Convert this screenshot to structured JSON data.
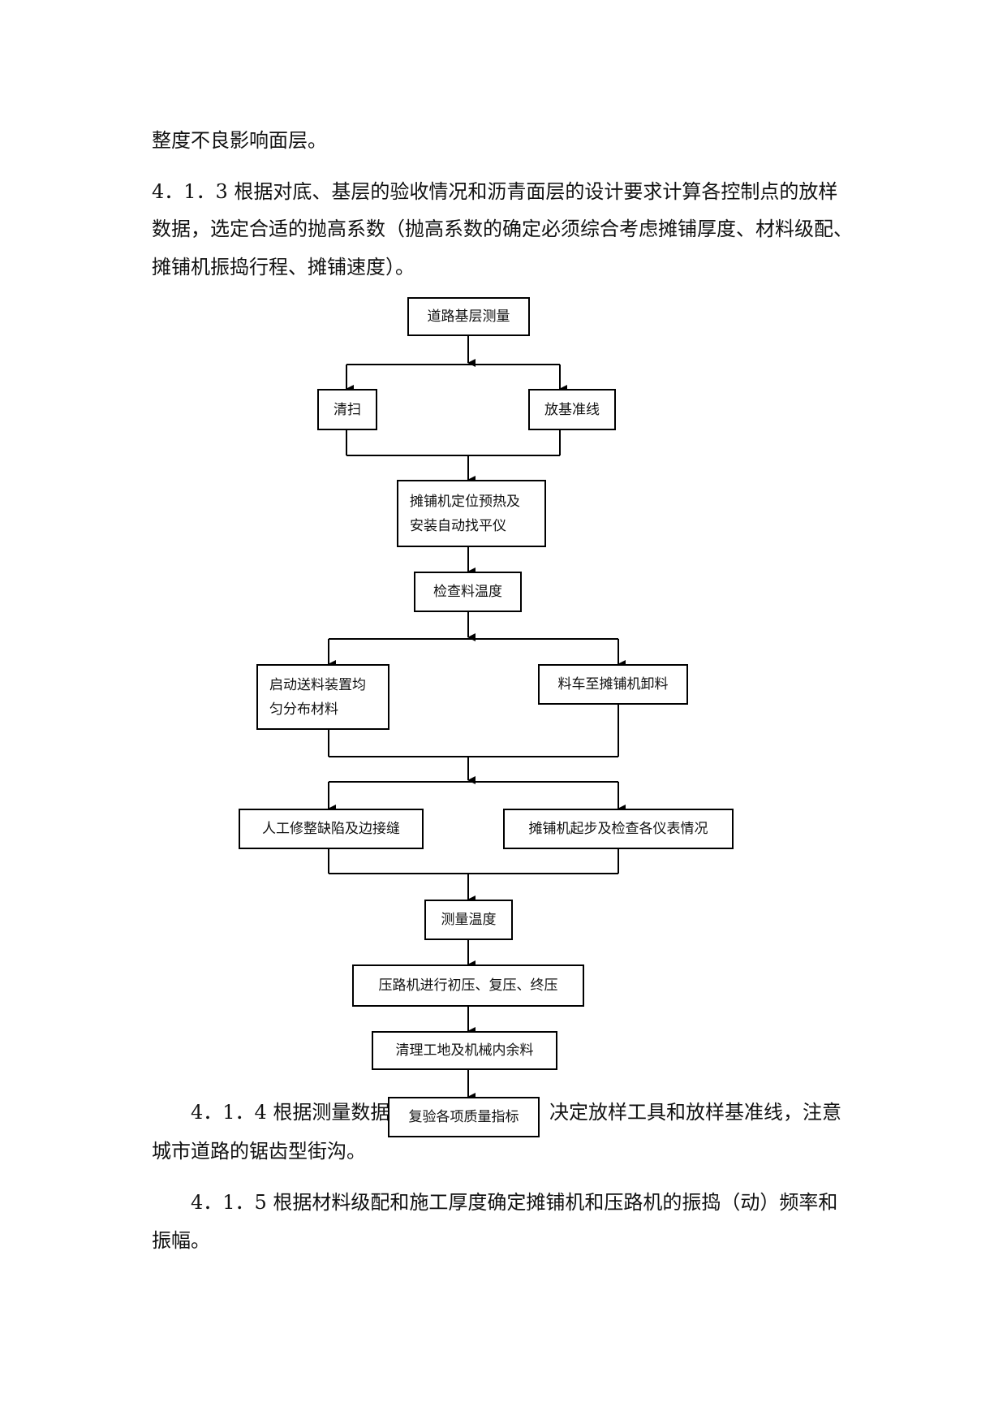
{
  "paragraphs": {
    "p1": "整度不良影响面层。",
    "p2_line1": "4．1．3 根据对底、基层的验收情况和沥青面层的设计要求计算各控制点的放样",
    "p2_line2": "数据，选定合适的抛高系数（抛高系数的确定必须综合考虑摊铺厚度、材料级配、",
    "p2_line3": "摊铺机振捣行程、摊铺速度）。",
    "p3_before": "4．1．4 根据测量数据",
    "p3_after": "决定放样工具和放样基准线，注意",
    "p3_line2": "城市道路的锯齿型街沟。",
    "p4_line1": "4．1．5 根据材料级配和施工厚度确定摊铺机和压路机的振捣（动）频率和",
    "p4_line2": "振幅。"
  },
  "flowchart": {
    "n1": "道路基层测量",
    "n2": "清扫",
    "n3": "放基准线",
    "n4_line1": "摊铺机定位预热及",
    "n4_line2": "安装自动找平仪",
    "n5": "检查料温度",
    "n6_line1": "启动送料装置均",
    "n6_line2": "匀分布材料",
    "n7": "料车至摊铺机卸料",
    "n8": "人工修整缺陷及边接缝",
    "n9": "摊铺机起步及检查各仪表情况",
    "n10": "测量温度",
    "n11": "压路机进行初压、复压、终压",
    "n12": "清理工地及机械内余料",
    "n13": "复验各项质量指标"
  }
}
